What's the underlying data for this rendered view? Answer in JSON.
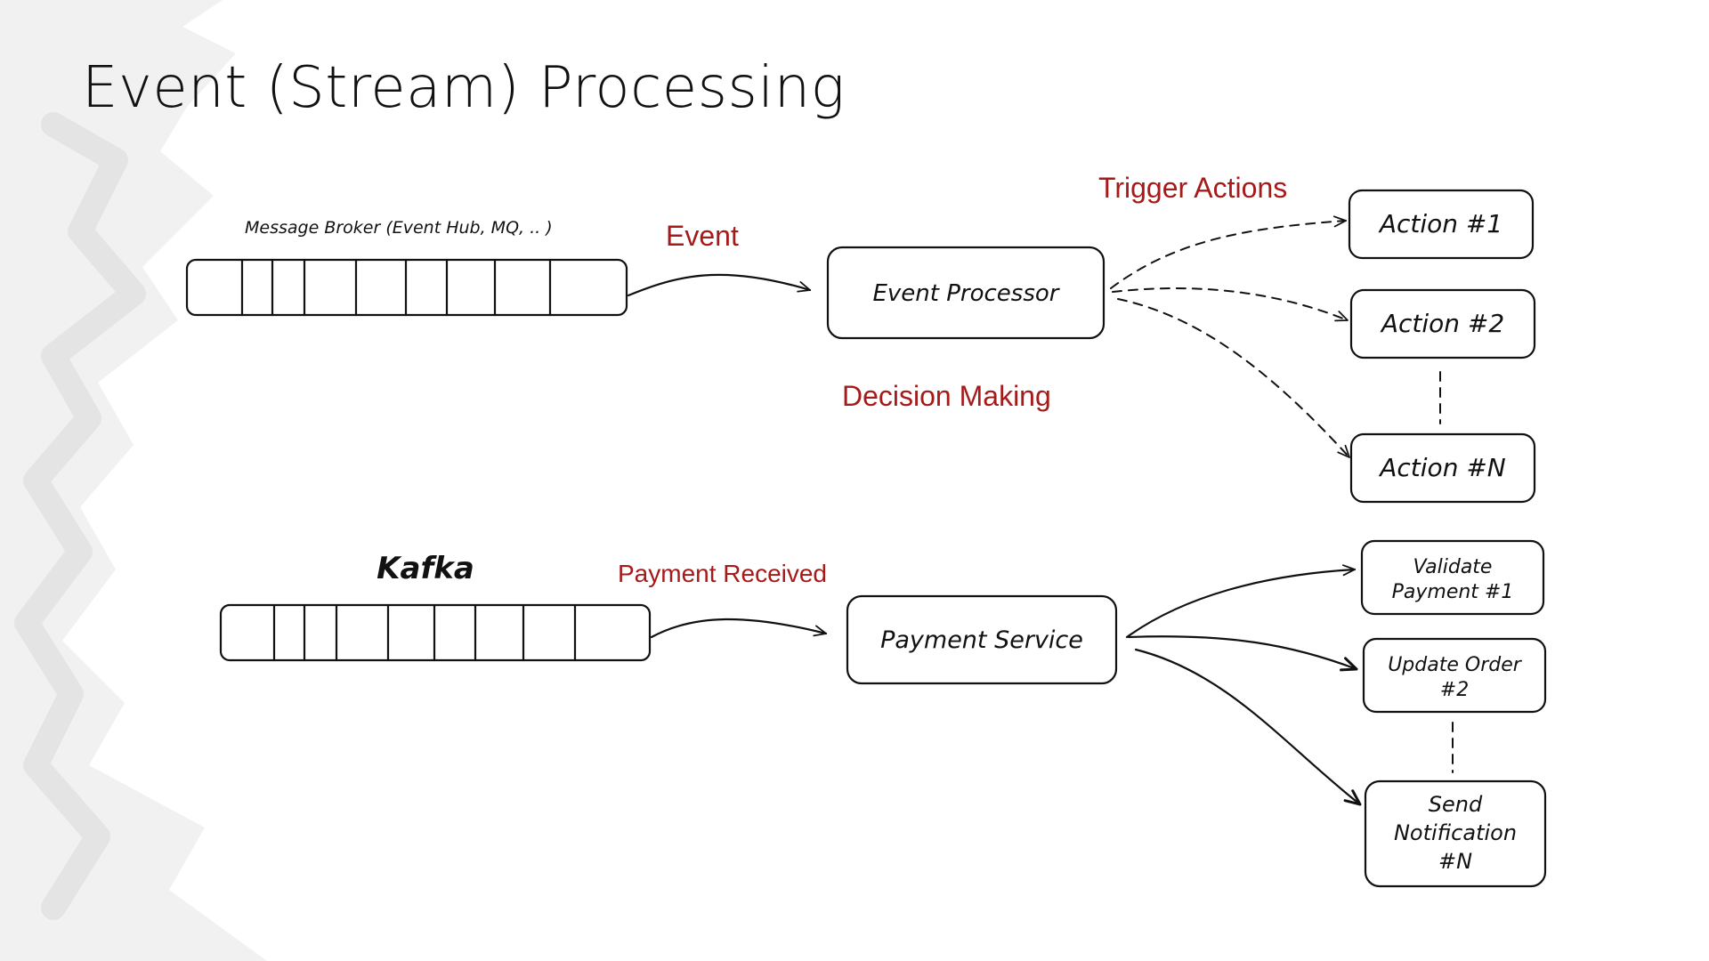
{
  "slide": {
    "title": "Event (Stream) Processing"
  },
  "top_flow": {
    "broker_label": "Message Broker (Event Hub, MQ, .. )",
    "event_label": "Event",
    "processor_label": "Event Processor",
    "decision_label": "Decision Making",
    "trigger_label": "Trigger Actions",
    "actions": [
      "Action #1",
      "Action #2",
      "Action #N"
    ]
  },
  "bottom_flow": {
    "broker_label": "Kafka",
    "event_label": "Payment Received",
    "service_label": "Payment Service",
    "actions": [
      [
        "Validate",
        "Payment #1"
      ],
      [
        "Update Order",
        "#2"
      ],
      [
        "Send",
        "Notification",
        "#N"
      ]
    ]
  },
  "colors": {
    "label_red": "#a61a1a",
    "service_fill": "#f6e3e3",
    "service_hatch": "#d9a0a0",
    "action_fill": "#e9f2dc",
    "action_hatch": "#a9c48b"
  }
}
